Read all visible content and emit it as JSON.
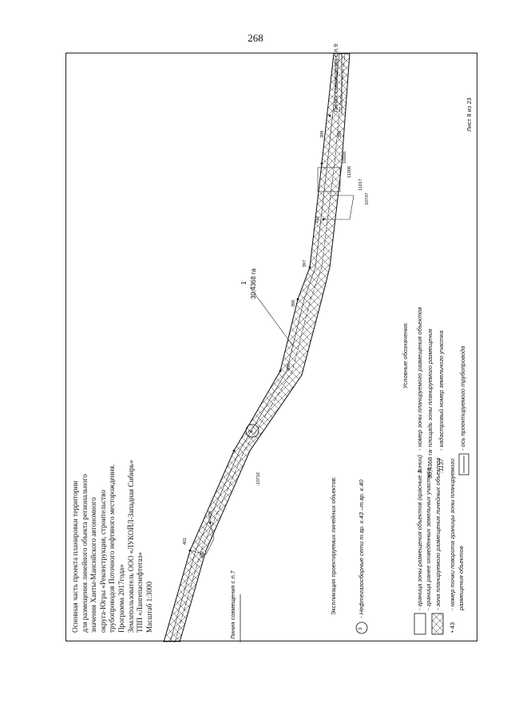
{
  "page_number": "268",
  "title_block": [
    "Основная часть проекта планировки территории",
    "для размещения линейного объекта регионального",
    "значения Ханты-Мансийского автономного",
    "округа-Югры «Реконструкция, строительство",
    "трубопроводов Поточного нефтяного месторождения.",
    "Программа 2017года»",
    "Землепользователь ООО «ЛУКОЙЛ-Западная Сибирь»",
    "ТПП «Лангепаснефтегаз»",
    "Масштаб 1:3000"
  ],
  "match_line_left": "Линия совмещения с л.7",
  "match_line_right": "Линия совмещения с л.9",
  "zone_number": "1",
  "zone_area": "30,4368 га",
  "object_number": "3",
  "point_labels": [
    "401",
    "402",
    "403",
    "396",
    "397",
    "398",
    "399",
    "400",
    "412",
    "10666",
    "11006",
    "11017",
    "10747"
  ],
  "cadastral_label": ":10716",
  "explication": {
    "title": "Экспликация проектируемых линейных объектов:",
    "num": "3",
    "item": "- Нефтегазосборные сети т.вр. к.43 –т.вр. к.40"
  },
  "legend": {
    "title": "Условные обозначения:",
    "left": [
      {
        "symbol": "",
        "lines": [
          "- граница зоны размещения объектов (красные линии)"
        ]
      },
      {
        "symbol": "",
        "lines": [
          "- граница ранее отведённых земельных участков"
        ]
      },
      {
        "symbol": "",
        "lines": [
          "- зона планируемого размещения линейных объектов"
        ]
      },
      {
        "symbol": "• 43",
        "lines": [
          "- номер точки поворота границы зоны планируемого",
          "размещения объектов"
        ]
      }
    ],
    "right": [
      {
        "symbol": "1",
        "lines": [
          "- номер зоны планируемого размещения объектов"
        ]
      },
      {
        "symbol": "30,4368 га",
        "lines": [
          "- площадь зоны планируемого размещения"
        ]
      },
      {
        "symbol": ":1137",
        "lines": [
          "- кадастровый номер земельного участка"
        ]
      },
      {
        "symbol": "",
        "lines": [
          "- ось проектируемого трубопровода"
        ]
      }
    ]
  },
  "sheet_label": "Лист 8 из 23"
}
